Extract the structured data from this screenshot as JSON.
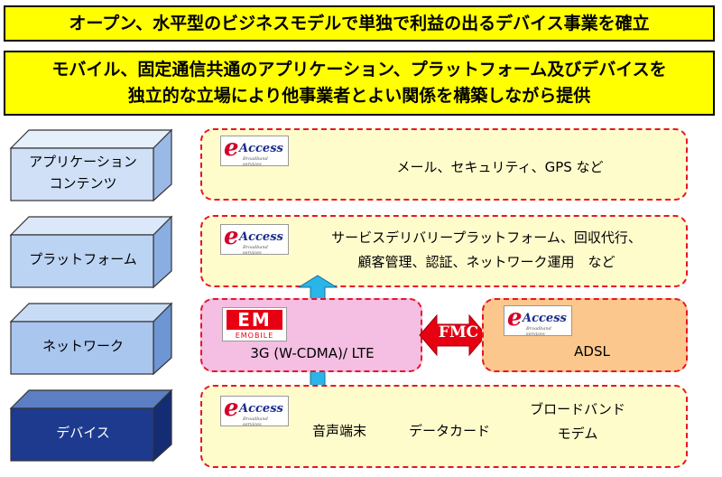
{
  "banners": {
    "top": "オープン、水平型のビジネスモデルで単独で利益の出るデバイス事業を確立",
    "second_line1": "モバイル、固定通信共通のアプリケーション、プラットフォーム及びデバイスを",
    "second_line2": "独立的な立場により他事業者とよい関係を構築しながら提供"
  },
  "layers": [
    {
      "line1": "アプリケーション",
      "line2": "コンテンツ"
    },
    {
      "line1": "プラットフォーム"
    },
    {
      "line1": "ネットワーク"
    },
    {
      "line1": "デバイス"
    }
  ],
  "eaccess_logo": {
    "e": "e",
    "word": "Access",
    "sub": "Broadband services"
  },
  "emobile_logo": {
    "mark": "EM",
    "word": "EMOBILE"
  },
  "panels": {
    "application": {
      "text": "メール、セキュリティ、GPS など"
    },
    "platform": {
      "line1": "サービスデリバリープラットフォーム、回収代行、",
      "line2": "顧客管理、認証、ネットワーク運用　など"
    },
    "network_mobile": {
      "text": "3G (W-CDMA)/ LTE"
    },
    "network_fixed": {
      "text": "ADSL"
    },
    "fmc": "FMC",
    "device": {
      "item1": "音声端末",
      "item2": "データカード",
      "item3_line1": "ブロードバンド",
      "item3_line2": "モデム"
    }
  },
  "colors": {
    "banner": "#ffff00",
    "panel_border": "#e8132b",
    "panel_cream": "#fffccc",
    "panel_pink": "#f4bfe2",
    "panel_orange": "#fbc78c",
    "arrow_blue": "#29b5e8",
    "fmc_red": "#e60012",
    "block_light": "#cfe0f7",
    "block_mid": "#7ea4dc",
    "block_dark": "#1d3a8f"
  }
}
